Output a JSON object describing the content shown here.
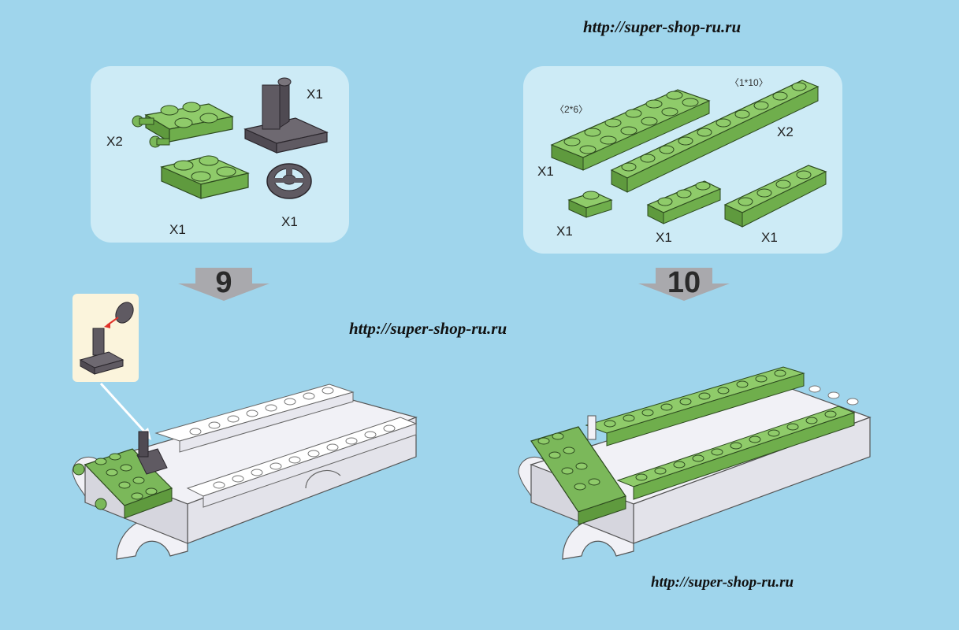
{
  "watermarks": {
    "top_right": "http://super-shop-ru.ru",
    "middle": "http://super-shop-ru.ru",
    "bottom_right": "http://super-shop-ru.ru"
  },
  "step9": {
    "number": "9",
    "parts": {
      "plate_with_clips_qty": "X2",
      "seat_qty": "X1",
      "plate_2x2_qty": "X1",
      "steering_wheel_qty": "X1"
    }
  },
  "step10": {
    "number": "10",
    "parts": {
      "plate_2x6_label": "〈2*6〉",
      "plate_2x6_qty": "X1",
      "plate_1x10_label": "〈1*10〉",
      "plate_1x10_qty": "X2",
      "plate_1x1_qty": "X1",
      "plate_1x3_qty": "X1",
      "plate_1x4_qty": "X1"
    }
  },
  "colors": {
    "background": "#9fd5ec",
    "panel": "#cdebf6",
    "brick_green": "#7bb85a",
    "brick_white": "#f1f1f6",
    "brick_gray": "#5f5a62",
    "arrow_gray": "#a9a9ad"
  }
}
